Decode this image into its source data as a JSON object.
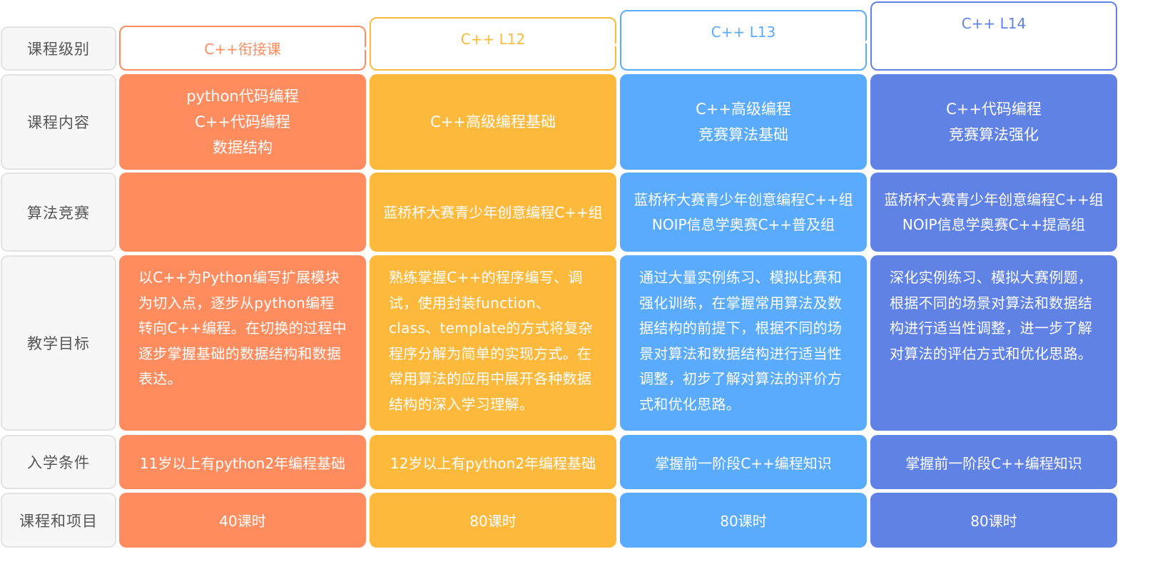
{
  "colors": {
    "orange": "#FF8C5E",
    "yellow": "#FDB93C",
    "light_blue": "#5AABFD",
    "blue": "#6082E5",
    "label_bg": "#F7F7F7"
  },
  "row_labels": {
    "level": "课程级别",
    "content": "课程内容",
    "competition": "算法竞赛",
    "goal": "教学目标",
    "requirement": "入学条件",
    "hours": "课程和项目"
  },
  "courses": [
    {
      "name": "C++衔接课",
      "content": [
        "python代码编程",
        "C++代码编程",
        "数据结构"
      ],
      "competition": [],
      "goal": "以C++为Python编写扩展模块为切入点，逐步从python编程转向C++编程。在切换的过程中逐步掌握基础的数据结构和数据表达。",
      "requirement": "11岁以上有python2年编程基础",
      "hours": "40课时"
    },
    {
      "name": "C++ L12",
      "content": [
        "C++高级编程基础"
      ],
      "competition": [
        "蓝桥杯大赛青少年创意编程C++组"
      ],
      "goal": "熟练掌握C++的程序编写、调试，使用封装function、class、template的方式将复杂程序分解为简单的实现方式。在常用算法的应用中展开各种数据结构的深入学习理解。",
      "requirement": "12岁以上有python2年编程基础",
      "hours": "80课时"
    },
    {
      "name": "C++ L13",
      "content": [
        "C++高级编程",
        "竞赛算法基础"
      ],
      "competition": [
        "蓝桥杯大赛青少年创意编程C++组",
        "NOIP信息学奥赛C++普及组"
      ],
      "goal": "通过大量实例练习、模拟比赛和强化训练，在掌握常用算法及数据结构的前提下，根据不同的场景对算法和数据结构进行适当性调整，初步了解对算法的评价方式和优化思路。",
      "requirement": "掌握前一阶段C++编程知识",
      "hours": "80课时"
    },
    {
      "name": "C++ L14",
      "content": [
        "C++代码编程",
        "竞赛算法强化"
      ],
      "competition": [
        "蓝桥杯大赛青少年创意编程C++组",
        "NOIP信息学奥赛C++提高组"
      ],
      "goal": "深化实例练习、模拟大赛例题，根据不同的场景对算法和数据结构进行适当性调整，进一步了解对算法的评估方式和优化思路。",
      "requirement": "掌握前一阶段C++编程知识",
      "hours": "80课时"
    }
  ]
}
